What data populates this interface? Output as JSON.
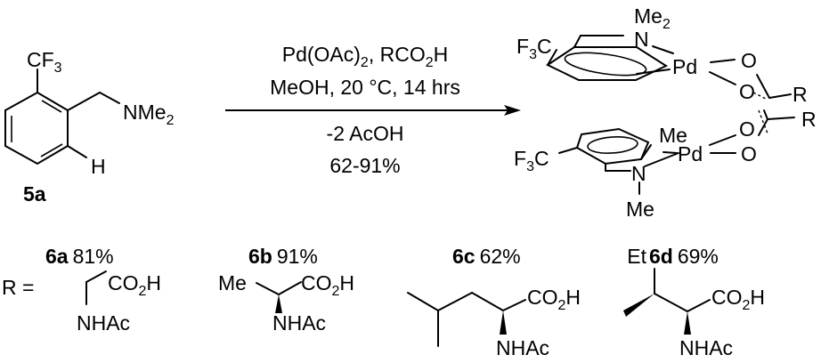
{
  "scheme": {
    "reactant": {
      "id": "5a",
      "cf3": "CF",
      "cf3_sub": "3",
      "amine": "NMe",
      "amine_sub": "2",
      "h": "H"
    },
    "conditions": {
      "line1_a": "Pd(OAc)",
      "line1_a_sub": "2",
      "line1_b": ", RCO",
      "line1_b_sub": "2",
      "line1_c": "H",
      "line2": "MeOH, 20 °C, 14 hrs",
      "line3": "-2 AcOH",
      "line4": "62-91%"
    },
    "product": {
      "top": {
        "f3c_f": "F",
        "f3c_sub": "3",
        "f3c_c": "C",
        "n": "N",
        "me2": "Me",
        "me2_sub": "2",
        "pd": "Pd",
        "o1": "O",
        "o2": "O"
      },
      "bottom": {
        "f3c_f": "F",
        "f3c_sub": "3",
        "f3c_c": "C",
        "n": "N",
        "me_top": "Me",
        "me_bottom": "Me",
        "pd": "Pd",
        "o1": "O",
        "o2": "O"
      },
      "r1": "R",
      "r2": "R"
    },
    "r_label": "R =",
    "variants": [
      {
        "id": "6a",
        "yield": "81%",
        "co2h": "CO",
        "co2h_sub": "2",
        "co2h_h": "H",
        "nhac": "NHAc"
      },
      {
        "id": "6b",
        "yield": "91%",
        "me": "Me",
        "co2h": "CO",
        "co2h_sub": "2",
        "co2h_h": "H",
        "nhac": "NHAc"
      },
      {
        "id": "6c",
        "yield": "62%",
        "co2h": "CO",
        "co2h_sub": "2",
        "co2h_h": "H",
        "nhac": "NHAc"
      },
      {
        "id": "6d",
        "yield": "69%",
        "et": "Et",
        "co2h": "CO",
        "co2h_sub": "2",
        "co2h_h": "H",
        "nhac": "NHAc"
      }
    ]
  }
}
